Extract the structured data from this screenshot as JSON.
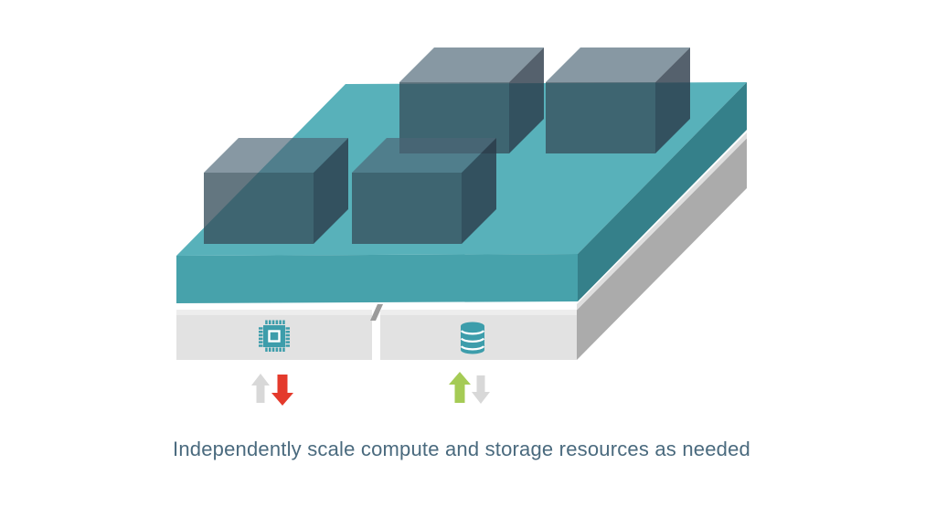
{
  "diagram": {
    "caption": "Independently scale compute and storage resources as needed",
    "platform": {
      "cube_count": 4,
      "cubes": [
        "workload-cube",
        "workload-cube",
        "workload-cube",
        "workload-cube"
      ]
    },
    "panels": [
      {
        "name": "compute",
        "icon": "cpu-chip-icon",
        "arrows": [
          {
            "direction": "up",
            "state": "inactive"
          },
          {
            "direction": "down",
            "state": "active"
          }
        ]
      },
      {
        "name": "storage",
        "icon": "database-icon",
        "arrows": [
          {
            "direction": "up",
            "state": "active"
          },
          {
            "direction": "down",
            "state": "inactive"
          }
        ]
      }
    ],
    "colors": {
      "background": "#ffffff",
      "platform_top": "#58b1ba",
      "platform_front": "#47a2ab",
      "platform_right": "#35808a",
      "cube_top": "#4c6576",
      "cube_front": "#374f5c",
      "cube_right": "#2b3a48",
      "base_right": "#ababab",
      "base_top_edge": "#dedede",
      "panel_face": "#e2e2e2",
      "panel_top_edge": "#ededed",
      "panel_divider": "#9b9b9b",
      "icon_teal": "#3d9dab",
      "arrow_inactive": "#d8d8d8",
      "arrow_scale_down": "#e43a2c",
      "arrow_scale_up": "#a5cb55",
      "caption_text": "#4a6a7e"
    }
  }
}
